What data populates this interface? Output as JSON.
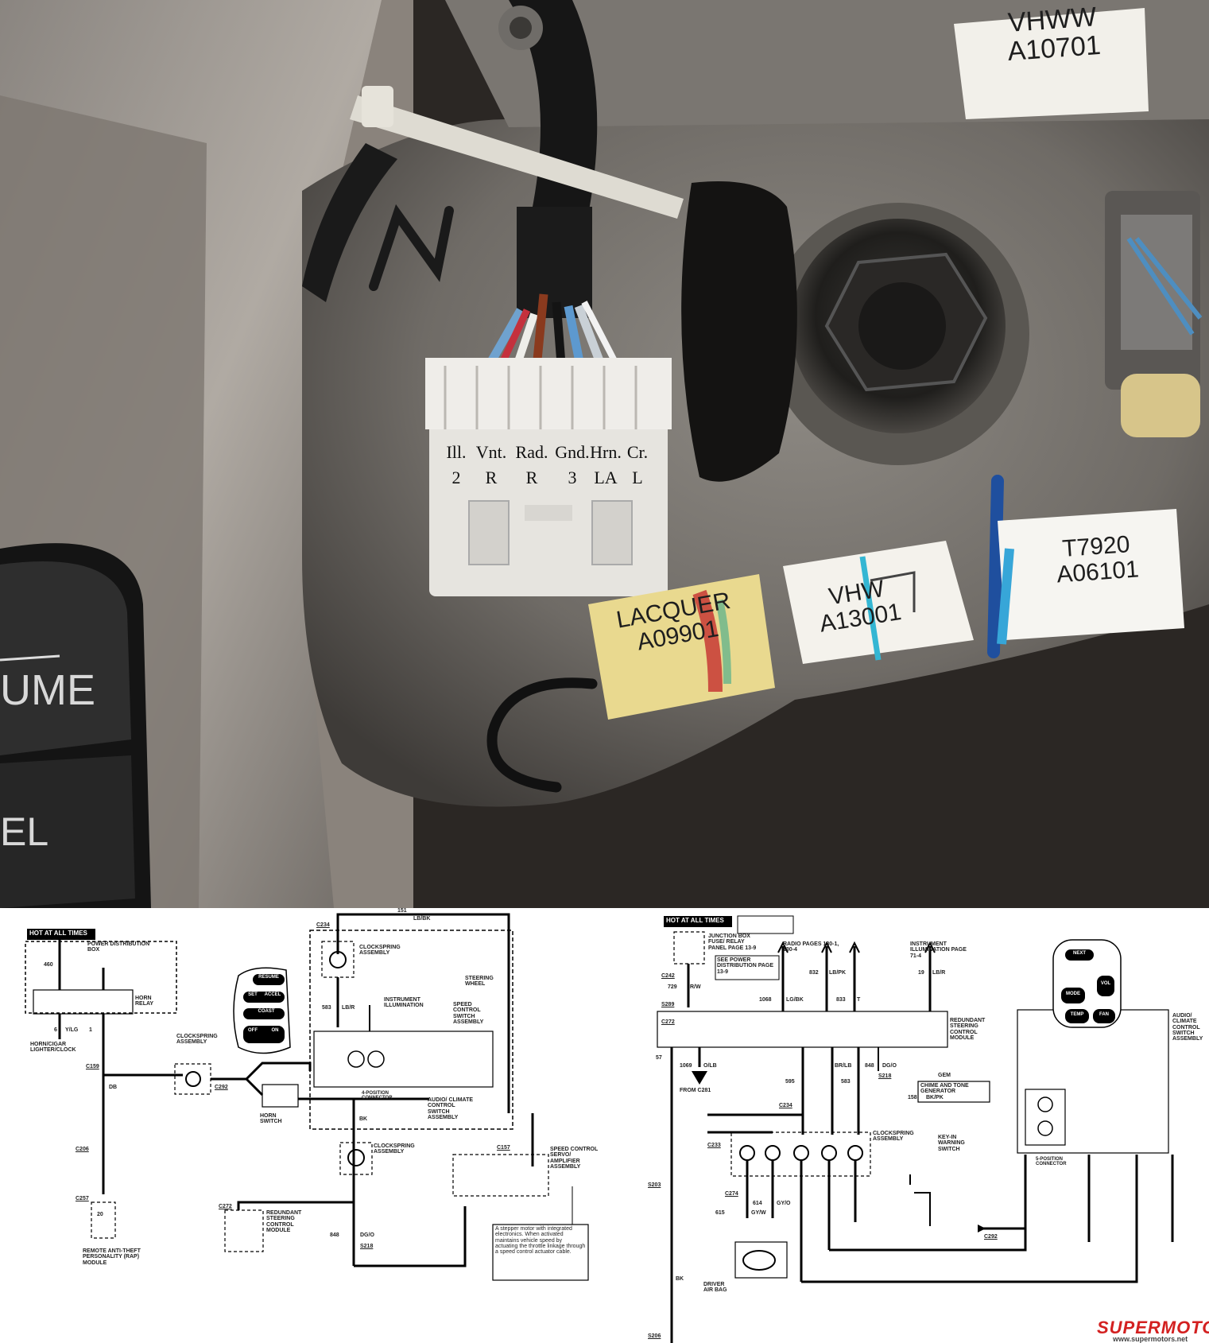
{
  "photo": {
    "connector_pins": {
      "names": [
        "Ill.",
        "Vnt.",
        "Rad.",
        "Gnd.",
        "Hrn.",
        "Cr."
      ],
      "codes": [
        "2",
        "R",
        "R",
        "3",
        "LA",
        "L"
      ]
    },
    "stickers": {
      "top_right": [
        "VHWW",
        "A10701"
      ],
      "lacquer": [
        "LACQUER",
        "A09901"
      ],
      "vhw": [
        "VHW",
        "A13001"
      ],
      "t7920": [
        "T7920",
        "A06101"
      ]
    },
    "button_text": {
      "resume": "UME",
      "cancel": "EL"
    }
  },
  "diagram_left": {
    "header": "HOT AT ALL TIMES",
    "labels": {
      "power_box": "POWER DISTRIBUTION BOX",
      "horn_relay": "HORN RELAY",
      "horn_lighter": "HORN/CIGAR LIGHTER/CLOCK",
      "clockspring_top": "CLOCKSPRING ASSEMBLY",
      "clockspring_mid": "CLOCKSPRING ASSEMBLY",
      "clockspring_bot": "CLOCKSPRING ASSEMBLY",
      "steering_wheel": "STEERING WHEEL",
      "instr_illum": "INSTRUMENT ILLUMINATION",
      "speed_switch": "SPEED CONTROL SWITCH ASSEMBLY",
      "horn_switch": "HORN SWITCH",
      "audio_switch": "AUDIO/ CLIMATE CONTROL SWITCH ASSEMBLY",
      "rap": "REMOTE ANTI-THEFT PERSONALITY (RAP) MODULE",
      "rscm": "REDUNDANT STEERING CONTROL MODULE",
      "servo": "SPEED CONTROL SERVO/ AMPLIFIER ASSEMBLY",
      "connector4": "4-POSITION CONNECTOR",
      "note": "A stepper motor with integrated electronics. When activated maintains vehicle speed by actuating the throttle linkage through a speed control actuator cable."
    },
    "connectors": [
      "C234",
      "C292",
      "C159",
      "C206",
      "C257",
      "C272",
      "C157",
      "S218"
    ],
    "wires": [
      "151",
      "LB/BK",
      "583",
      "LB/R",
      "848",
      "DG/O",
      "DB",
      "BK",
      "460",
      "Y/LG",
      "1",
      "20",
      "6"
    ],
    "buttons": [
      "RESUME",
      "SET",
      "ACCEL",
      "COAST",
      "OFF",
      "ON"
    ]
  },
  "diagram_right": {
    "header": "HOT AT ALL TIMES",
    "labels": {
      "junction": "JUNCTION BOX FUSE/ RELAY PANEL PAGE 13-9",
      "see_power": "SEE POWER DISTRIBUTION PAGE 13-9",
      "radio": "RADIO PAGES 130-1, 130-4",
      "instr": "INSTRUMENT ILLUMINATION PAGE 71-4",
      "rscm": "REDUNDANT STEERING CONTROL MODULE",
      "gem": "GEM",
      "chime": "CHIME AND TONE GENERATOR",
      "key_in": "KEY-IN WARNING SWITCH",
      "clockspring": "CLOCKSPRING ASSEMBLY",
      "driver_bag": "DRIVER AIR BAG",
      "from": "FROM C281",
      "audio_switch": "AUDIO/ CLIMATE CONTROL SWITCH ASSEMBLY",
      "connector5": "5-POSITION CONNECTOR"
    },
    "buttons": [
      "NEXT",
      "MODE",
      "VOL",
      "TEMP",
      "FAN"
    ],
    "wires": [
      "729",
      "R/W",
      "1068",
      "LG/BK",
      "832",
      "LB/PK",
      "833",
      "T",
      "19",
      "LB/R",
      "1069",
      "O/LB",
      "595",
      "BR/LB",
      "583",
      "848",
      "DG/O",
      "158",
      "BK/PK",
      "57",
      "BK",
      "614",
      "GY/O",
      "615",
      "GY/W"
    ],
    "connectors": [
      "C242",
      "S289",
      "C272",
      "C234",
      "C233",
      "C274",
      "S203",
      "S206",
      "C292",
      "S218"
    ]
  },
  "watermark": {
    "brand": "SUPERMOTORS",
    "url": "www.supermotors.net"
  }
}
